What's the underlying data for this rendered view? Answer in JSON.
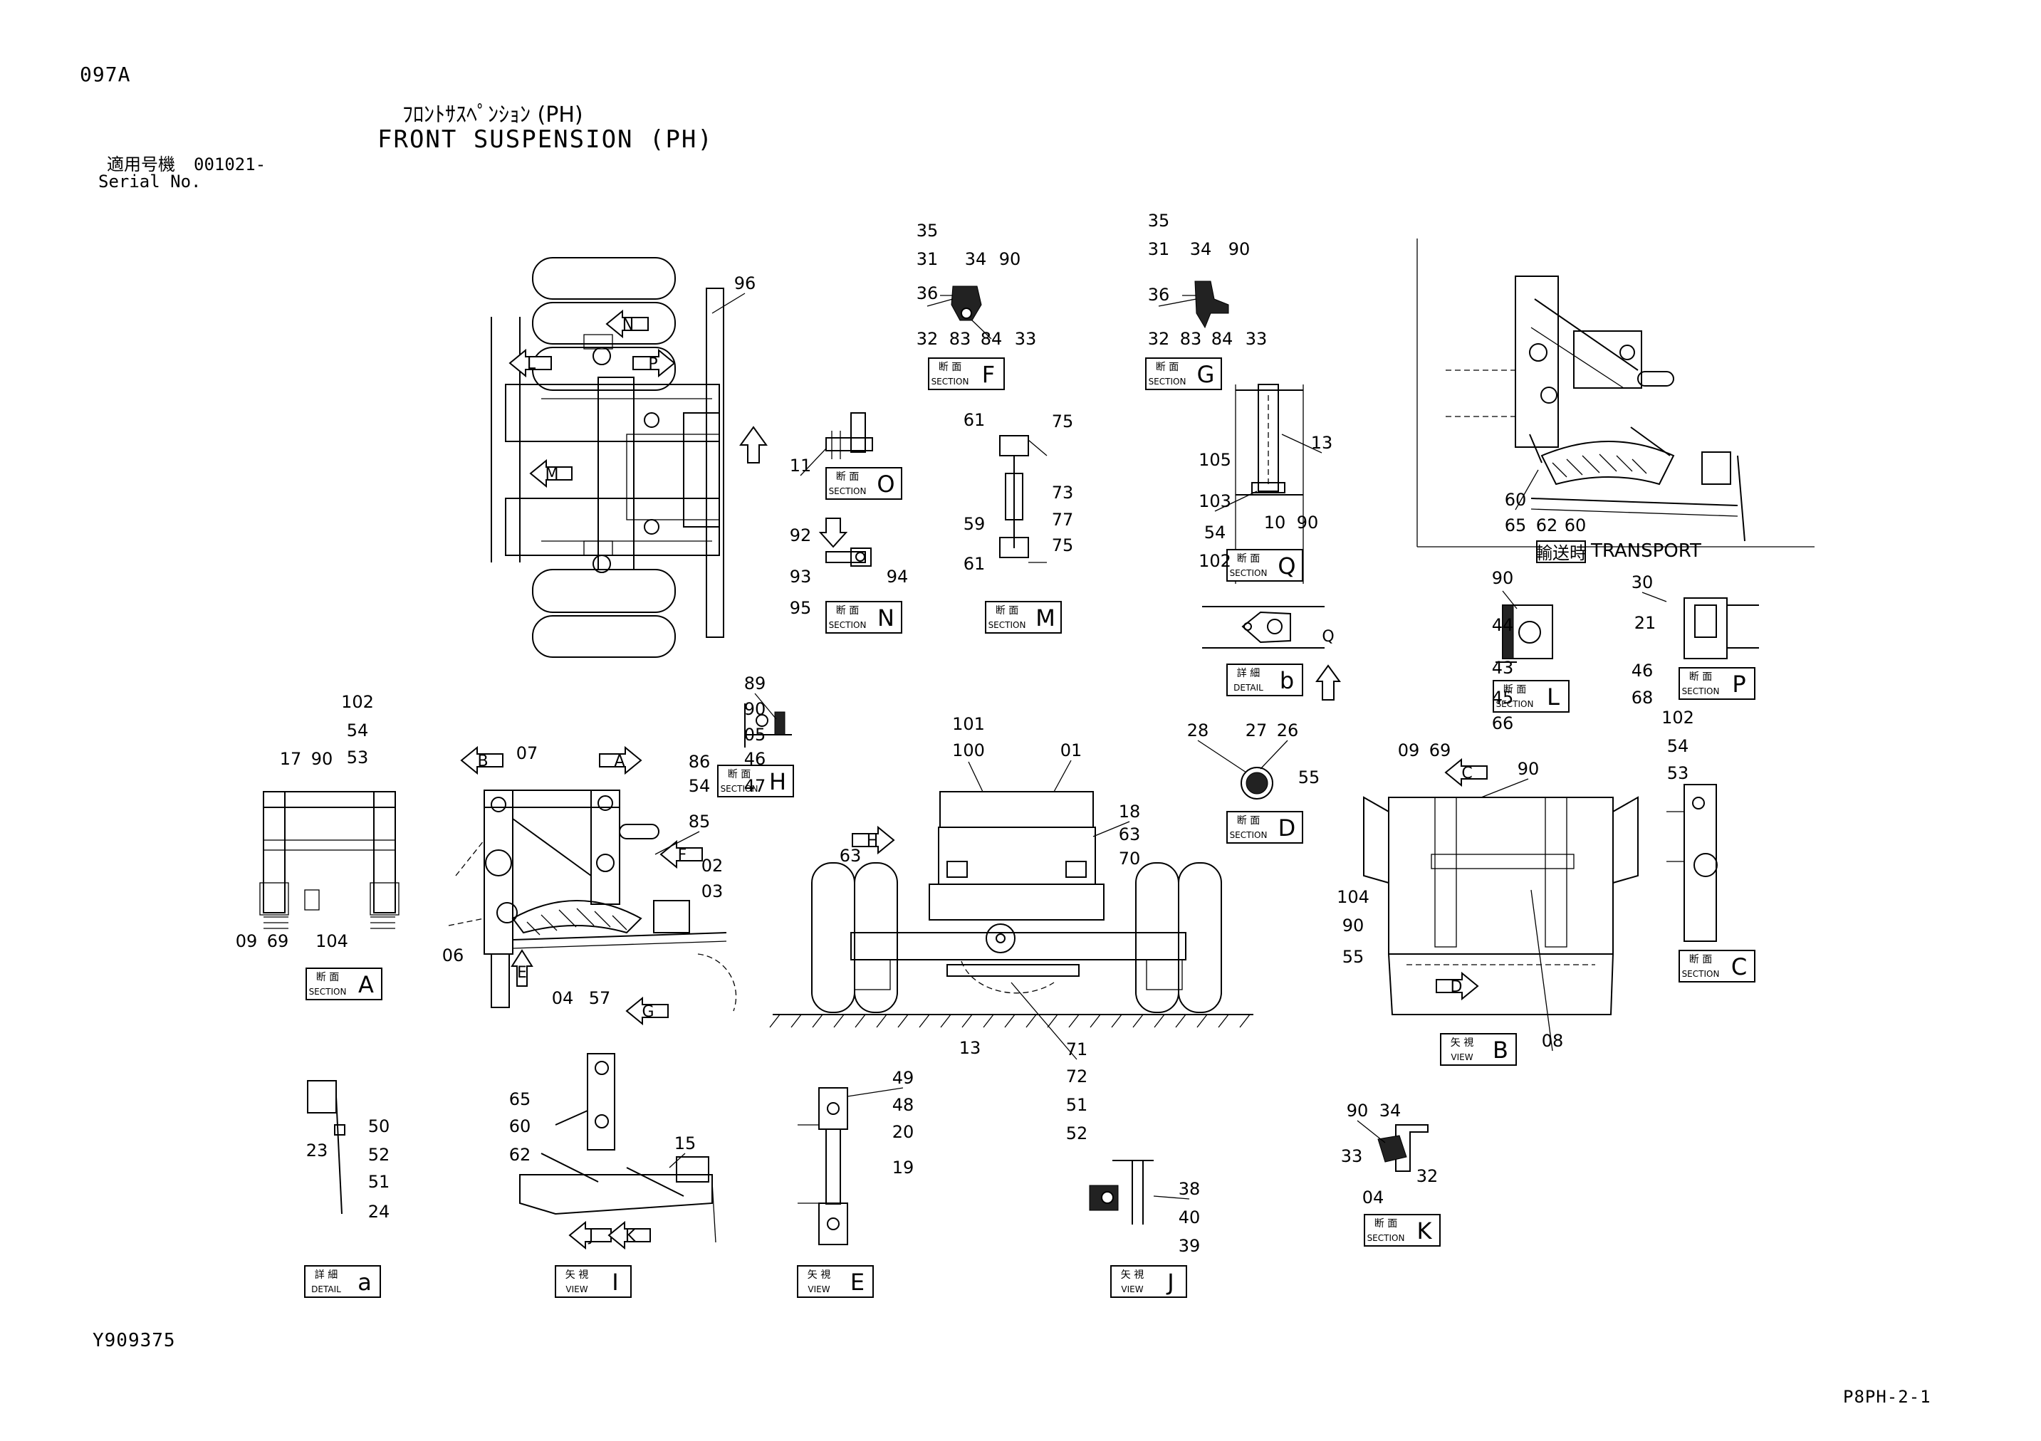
{
  "header": {
    "drawing_code": "097A",
    "title_jp": "ﾌﾛﾝﾄｻｽﾍﾟﾝｼｮﾝ (PH)",
    "title_en": "FRONT SUSPENSION (PH)",
    "serial_label_jp": "適用号機",
    "serial_value": "001021-",
    "serial_label_en": "Serial No."
  },
  "footer": {
    "figure_id": "Y909375",
    "page_code": "P8PH-2-1"
  },
  "tag_kinds": {
    "section_jp": "断 面",
    "section_en": "SECTION",
    "view_jp": "矢 視",
    "view_en": "VIEW",
    "detail_jp": "詳 細",
    "detail_en": "DETAIL"
  },
  "tags": [
    {
      "kind": "section",
      "letter": "F"
    },
    {
      "kind": "section",
      "letter": "G"
    },
    {
      "kind": "section",
      "letter": "O"
    },
    {
      "kind": "section",
      "letter": "N"
    },
    {
      "kind": "view",
      "letter": "M"
    },
    {
      "kind": "section",
      "letter": "Q"
    },
    {
      "kind": "detail",
      "letter": "b"
    },
    {
      "kind": "section",
      "letter": "L"
    },
    {
      "kind": "section",
      "letter": "P"
    },
    {
      "kind": "section",
      "letter": "H"
    },
    {
      "kind": "section",
      "letter": "A"
    },
    {
      "kind": "section",
      "letter": "D"
    },
    {
      "kind": "section",
      "letter": "C"
    },
    {
      "kind": "view",
      "letter": "B"
    },
    {
      "kind": "section",
      "letter": "K"
    },
    {
      "kind": "detail",
      "letter": "a"
    },
    {
      "kind": "view",
      "letter": "I"
    },
    {
      "kind": "view",
      "letter": "E"
    },
    {
      "kind": "view",
      "letter": "J"
    }
  ],
  "transport_label": {
    "jp": "輸送時",
    "en": "TRANSPORT"
  },
  "view_arrows": [
    "N",
    "P",
    "L",
    "M",
    "B",
    "A",
    "F",
    "E",
    "G",
    "H",
    "C",
    "D",
    "J",
    "K",
    "Q"
  ],
  "callouts": [
    "96",
    "35",
    "31",
    "34",
    "90",
    "36",
    "32",
    "83",
    "84",
    "33",
    "35",
    "31",
    "34",
    "90",
    "36",
    "32",
    "83",
    "84",
    "33",
    "11",
    "61",
    "75",
    "73",
    "77",
    "59",
    "75",
    "61",
    "92",
    "93",
    "94",
    "95",
    "13",
    "105",
    "103",
    "10",
    "90",
    "54",
    "102",
    "60",
    "65",
    "62",
    "60",
    "90",
    "44",
    "43",
    "45",
    "66",
    "30",
    "21",
    "46",
    "68",
    "89",
    "90",
    "05",
    "46",
    "47",
    "102",
    "54",
    "53",
    "17",
    "90",
    "09",
    "69",
    "104",
    "07",
    "86",
    "54",
    "85",
    "02",
    "03",
    "06",
    "04",
    "57",
    "101",
    "100",
    "01",
    "18",
    "63",
    "70",
    "63",
    "28",
    "27",
    "26",
    "55",
    "09",
    "69",
    "90",
    "104",
    "90",
    "55",
    "08",
    "102",
    "54",
    "53",
    "13",
    "71",
    "72",
    "51",
    "52",
    "50",
    "52",
    "51",
    "23",
    "24",
    "65",
    "60",
    "62",
    "15",
    "49",
    "48",
    "20",
    "19",
    "38",
    "40",
    "39",
    "90",
    "34",
    "33",
    "32",
    "04"
  ]
}
